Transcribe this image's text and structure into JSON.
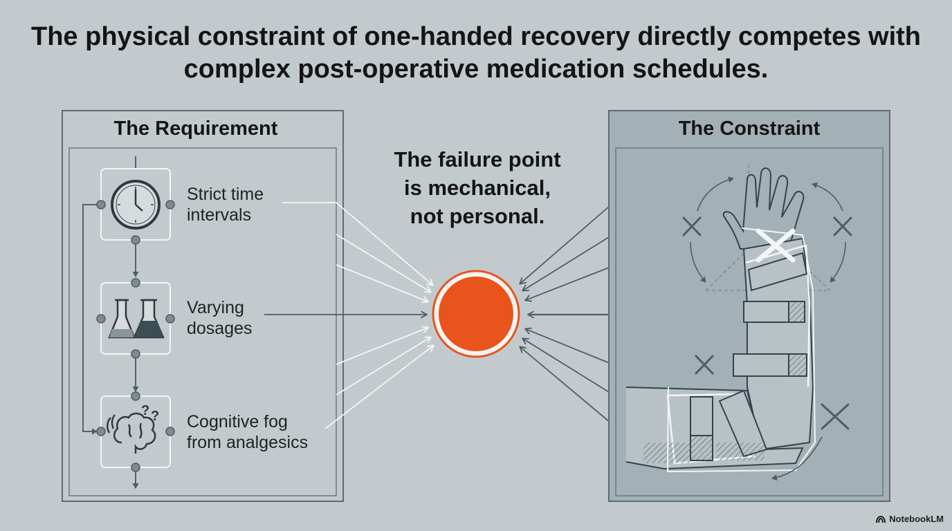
{
  "title": "The physical constraint of one-handed recovery directly competes with complex post-operative medication schedules.",
  "requirement": {
    "heading": "The Requirement",
    "items": [
      {
        "label": "Strict time\nintervals",
        "icon": "clock-icon"
      },
      {
        "label": "Varying\ndosages",
        "icon": "flask-icon"
      },
      {
        "label": "Cognitive fog\nfrom analgesics",
        "icon": "brain-icon"
      }
    ]
  },
  "center": {
    "text": "The failure point\nis mechanical,\nnot personal.",
    "node_color": "#e8541c"
  },
  "constraint": {
    "heading": "The Constraint",
    "illustration": "splinted-arm-icon"
  },
  "watermark": "NotebookLM",
  "colors": {
    "background": "#c3cacd",
    "panel_stroke": "#5e6a70",
    "constraint_panel": "#a3b0b5",
    "accent": "#e8541c"
  }
}
